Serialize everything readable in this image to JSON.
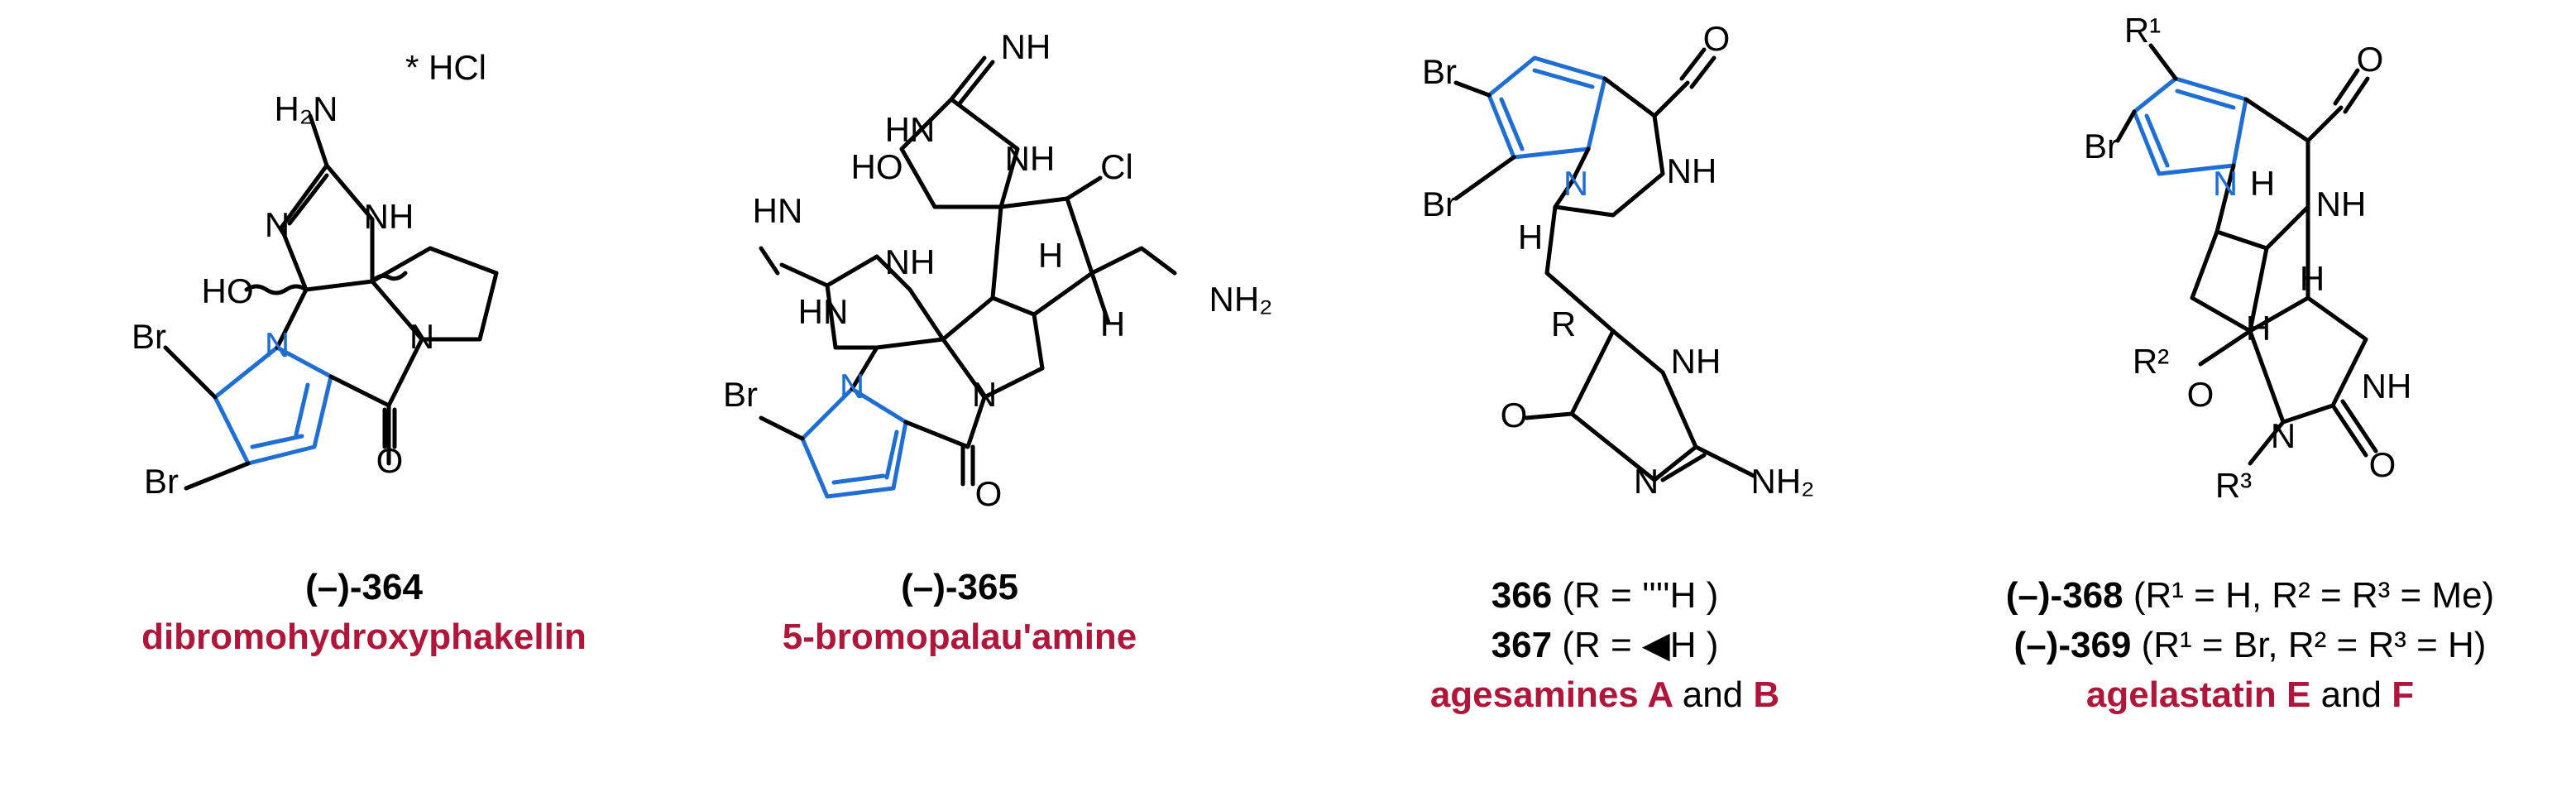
{
  "compounds": [
    {
      "id": "(–)-364",
      "name": "dibromohydroxyphakellin",
      "salt": "* HCl"
    },
    {
      "id": "(–)-365",
      "name": "5-bromopalau'amine"
    },
    {
      "ids": [
        "366",
        "367"
      ],
      "r_defs": [
        "(R = ''''H )",
        "(R = ◀H )"
      ],
      "name_a": "agesamines A",
      "and": "and",
      "name_b": "B"
    },
    {
      "ids": [
        "(–)-368",
        "(–)-369"
      ],
      "r_defs": [
        "(R¹ = H, R² = R³ = Me)",
        "(R¹ = Br, R² = R³ = H)"
      ],
      "name_a": "agelastatin E",
      "and": "and",
      "name_b": "F"
    }
  ],
  "atoms": {
    "br": "Br",
    "n": "N",
    "o": "O",
    "cl": "Cl",
    "h": "H",
    "nh": "NH",
    "hn": "HN",
    "ho": "HO",
    "nh2": "NH₂",
    "h2n": "H₂N",
    "r": "R",
    "r1": "R¹",
    "r2": "R²",
    "r3": "R³"
  },
  "colors": {
    "pyrrole": "#1f6ed4",
    "natural_product_name": "#b0163a",
    "ink": "#000000"
  }
}
